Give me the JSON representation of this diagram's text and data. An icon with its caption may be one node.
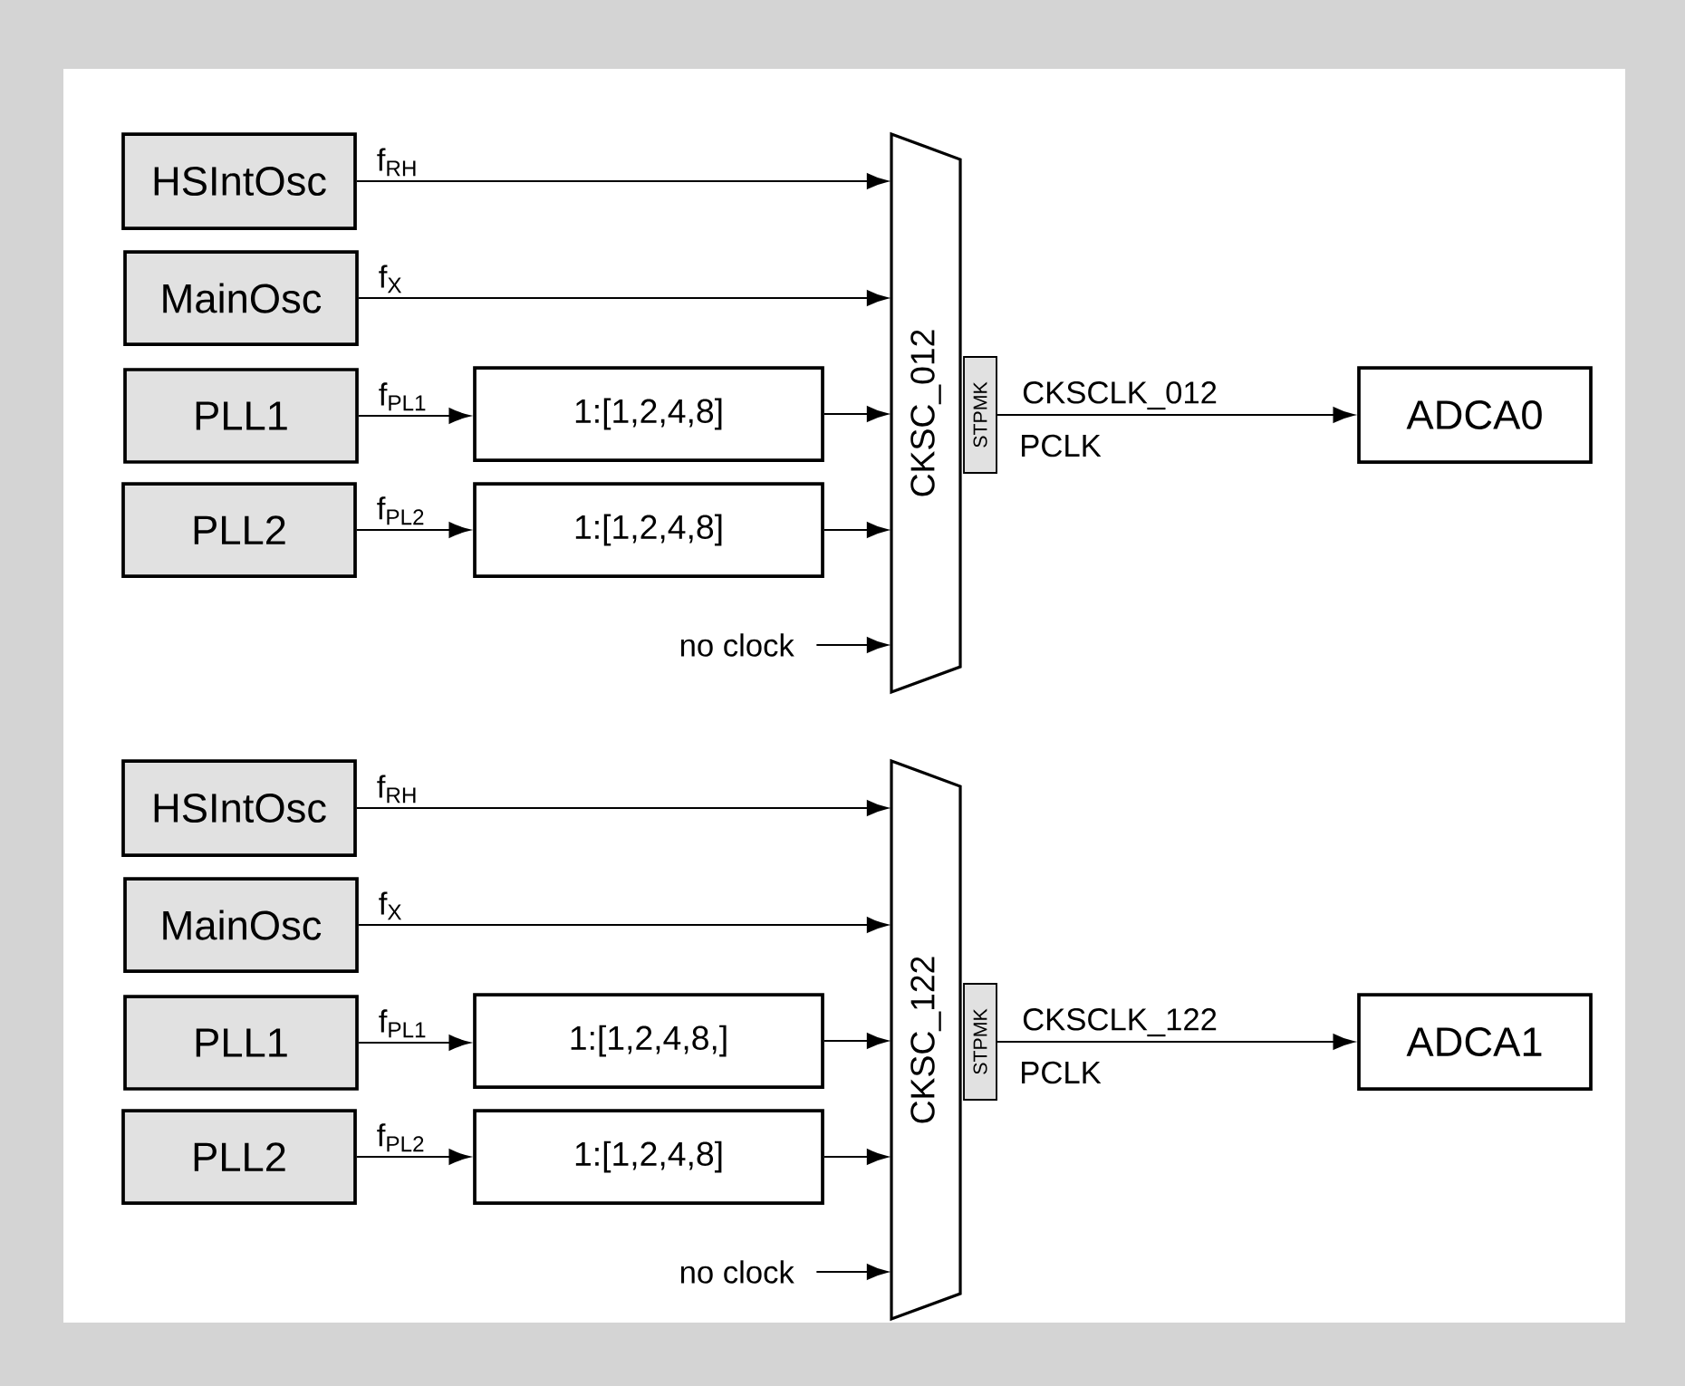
{
  "diagram": {
    "nodes": [
      {
        "text": [
          "HSIntOsc"
        ]
      },
      {
        "text": [
          "MainOsc"
        ]
      },
      {
        "text": [
          "PLL1"
        ]
      },
      {
        "text": [
          "PLL2"
        ]
      },
      {
        "text": [
          "1:[1,2,4,8]"
        ]
      },
      {
        "text": [
          "1:[1,2,4,8]"
        ]
      },
      {
        "text": [
          "no clock"
        ]
      },
      {
        "text": [
          "CKSC_012"
        ]
      },
      {
        "text": [
          "STPMK"
        ]
      },
      {
        "text": [
          "ADCA0"
        ]
      },
      {
        "text": [
          "HSIntOsc"
        ]
      },
      {
        "text": [
          "MainOsc"
        ]
      },
      {
        "text": [
          "PLL1"
        ]
      },
      {
        "text": [
          "PLL2"
        ]
      },
      {
        "text": [
          "1:[1,2,4,8,]"
        ]
      },
      {
        "text": [
          "1:[1,2,4,8]"
        ]
      },
      {
        "text": [
          "no clock"
        ]
      },
      {
        "text": [
          "CKSC_122"
        ]
      },
      {
        "text": [
          "STPMK"
        ]
      },
      {
        "text": [
          "ADCA1"
        ]
      }
    ],
    "edges": [
      {
        "from": 0,
        "to": 7,
        "arrow": "to",
        "label": "f$_{RH}$"
      },
      {
        "from": 1,
        "to": 7,
        "arrow": "to",
        "label": "f$_{X}$"
      },
      {
        "from": 2,
        "to": 4,
        "arrow": "to",
        "label": "f$_{PL1}$"
      },
      {
        "from": 3,
        "to": 5,
        "arrow": "to",
        "label": "f$_{PL2}$"
      },
      {
        "from": 4,
        "to": 7,
        "arrow": "to"
      },
      {
        "from": 5,
        "to": 7,
        "arrow": "to"
      },
      {
        "from": 6,
        "to": 7,
        "arrow": "to"
      },
      {
        "from": 8,
        "to": 9,
        "arrow": "to",
        "label": "CKSCLK_012"
      },
      {
        "from": 10,
        "to": 17,
        "arrow": "to",
        "label": "f$_{RH}$"
      },
      {
        "from": 11,
        "to": 17,
        "arrow": "to",
        "label": "f$_{X}$"
      },
      {
        "from": 12,
        "to": 14,
        "arrow": "to",
        "label": "f$_{PL1}$"
      },
      {
        "from": 13,
        "to": 15,
        "arrow": "to",
        "label": "f$_{PL2}$"
      },
      {
        "from": 14,
        "to": 17,
        "arrow": "to"
      },
      {
        "from": 15,
        "to": 17,
        "arrow": "to"
      },
      {
        "from": 16,
        "to": 17,
        "arrow": "to"
      },
      {
        "from": 18,
        "to": 19,
        "arrow": "to",
        "label": "CKSCLK_122"
      }
    ],
    "labels": [
      "PCLK",
      "PCLK"
    ]
  }
}
